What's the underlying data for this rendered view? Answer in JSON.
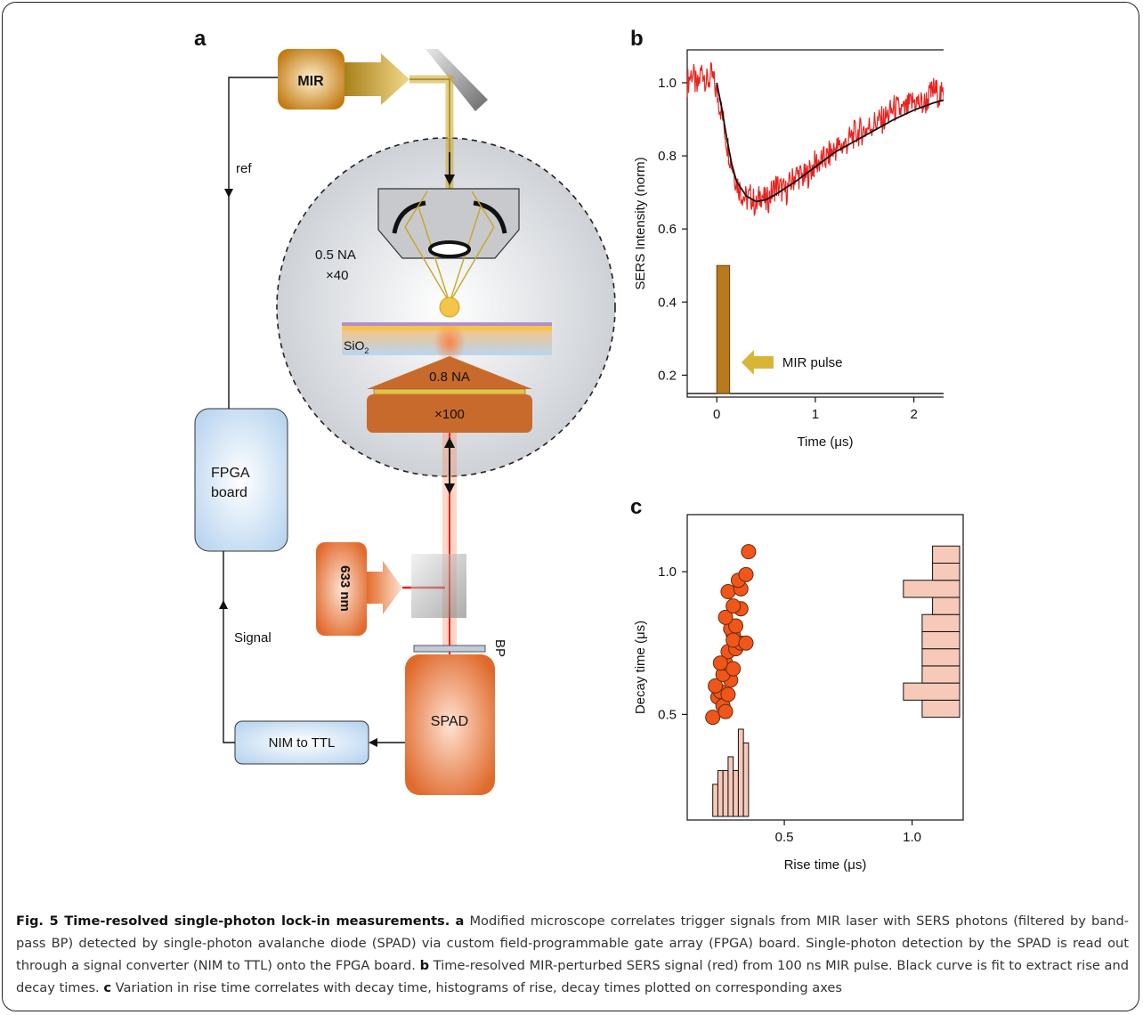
{
  "panel_labels": {
    "a": "a",
    "b": "b",
    "c": "c"
  },
  "diagram": {
    "mir_label": "MIR",
    "ref_label": "ref",
    "objective_top_na": "0.5 NA",
    "objective_top_mag": "×40",
    "substrate_label": "SiO",
    "substrate_sub": "2",
    "objective_bottom_na": "0.8 NA",
    "objective_bottom_mag": "×100",
    "fpga_line1": "FPGA",
    "fpga_line2": "board",
    "laser_label": "633 nm",
    "signal_label": "Signal",
    "bp_label": "BP",
    "spad_label": "SPAD",
    "converter_label": "NIM to TTL"
  },
  "chart_data": [
    {
      "id": "b",
      "type": "line",
      "xlabel": "Time (μs)",
      "ylabel": "SERS Intensity (norm)",
      "xlim": [
        -0.3,
        2.5
      ],
      "ylim": [
        0.14,
        1.09
      ],
      "xticks": [
        0,
        1,
        2
      ],
      "yticks": [
        0.2,
        0.4,
        0.6,
        0.8,
        1.0
      ],
      "ytick_labels": [
        "0.2",
        "0.4",
        "0.6",
        "0.8",
        "1.0"
      ],
      "annotation": "MIR pulse",
      "pulse": {
        "x_start": 0.0,
        "x_end": 0.13,
        "height": 0.5,
        "color": "#b87a1c"
      },
      "series": [
        {
          "role": "signal",
          "color": "#e8231f",
          "x": [
            -0.3,
            -0.25,
            -0.2,
            -0.15,
            -0.1,
            -0.05,
            0.0,
            0.05,
            0.1,
            0.15,
            0.2,
            0.25,
            0.3,
            0.35,
            0.4,
            0.45,
            0.5,
            0.6,
            0.7,
            0.8,
            0.9,
            1.0,
            1.1,
            1.2,
            1.3,
            1.4,
            1.5,
            1.6,
            1.7,
            1.8,
            1.9,
            2.0,
            2.1,
            2.2,
            2.3,
            2.4,
            2.5
          ],
          "y": [
            1.0,
            1.03,
            0.98,
            1.04,
            1.0,
            1.02,
            0.97,
            0.92,
            0.84,
            0.78,
            0.73,
            0.7,
            0.68,
            0.69,
            0.66,
            0.7,
            0.67,
            0.72,
            0.7,
            0.75,
            0.74,
            0.78,
            0.79,
            0.82,
            0.83,
            0.86,
            0.87,
            0.89,
            0.9,
            0.93,
            0.92,
            0.95,
            0.94,
            0.98,
            0.96,
            1.0,
            0.98
          ]
        },
        {
          "role": "fit",
          "color": "#111111",
          "x": [
            0.0,
            0.05,
            0.1,
            0.15,
            0.2,
            0.3,
            0.4,
            0.5,
            0.6,
            0.8,
            1.0,
            1.2,
            1.4,
            1.6,
            1.8,
            2.0,
            2.2,
            2.4,
            2.5
          ],
          "y": [
            1.0,
            0.93,
            0.85,
            0.78,
            0.73,
            0.69,
            0.675,
            0.68,
            0.695,
            0.73,
            0.77,
            0.81,
            0.84,
            0.87,
            0.9,
            0.925,
            0.945,
            0.96,
            0.97
          ]
        }
      ]
    },
    {
      "id": "c",
      "type": "scatter",
      "xlabel": "Rise time (μs)",
      "ylabel": "Decay time (μs)",
      "xlim": [
        0.12,
        1.2
      ],
      "ylim": [
        0.13,
        1.2
      ],
      "xticks": [
        0.5,
        1.0
      ],
      "xtick_labels": [
        "0.5",
        "1.0"
      ],
      "yticks": [
        0.5,
        1.0
      ],
      "ytick_labels": [
        "0.5",
        "1.0"
      ],
      "point_color": "#f0561a",
      "points": [
        [
          0.22,
          0.49
        ],
        [
          0.24,
          0.56
        ],
        [
          0.26,
          0.53
        ],
        [
          0.25,
          0.58
        ],
        [
          0.27,
          0.51
        ],
        [
          0.23,
          0.6
        ],
        [
          0.28,
          0.57
        ],
        [
          0.29,
          0.62
        ],
        [
          0.26,
          0.64
        ],
        [
          0.27,
          0.68
        ],
        [
          0.3,
          0.66
        ],
        [
          0.28,
          0.72
        ],
        [
          0.31,
          0.73
        ],
        [
          0.33,
          0.75
        ],
        [
          0.3,
          0.78
        ],
        [
          0.29,
          0.8
        ],
        [
          0.31,
          0.81
        ],
        [
          0.27,
          0.84
        ],
        [
          0.33,
          0.87
        ],
        [
          0.3,
          0.88
        ],
        [
          0.28,
          0.93
        ],
        [
          0.33,
          0.94
        ],
        [
          0.32,
          0.97
        ],
        [
          0.35,
          0.99
        ],
        [
          0.36,
          1.07
        ],
        [
          0.3,
          0.76
        ],
        [
          0.25,
          0.68
        ],
        [
          0.35,
          0.75
        ]
      ],
      "rise_histogram": {
        "bin_edges": [
          0.22,
          0.24,
          0.26,
          0.28,
          0.3,
          0.32,
          0.34,
          0.36
        ],
        "counts": [
          0.07,
          0.1,
          0.1,
          0.13,
          0.1,
          0.19,
          0.16
        ],
        "color": "#f7c9b8"
      },
      "decay_histogram": {
        "bin_edges": [
          0.49,
          0.55,
          0.61,
          0.67,
          0.73,
          0.79,
          0.85,
          0.91,
          0.97,
          1.03,
          1.09
        ],
        "counts": [
          0.18,
          0.27,
          0.18,
          0.18,
          0.18,
          0.18,
          0.13,
          0.27,
          0.13,
          0.13
        ],
        "color": "#f7c9b8"
      }
    }
  ],
  "caption": {
    "label": "Fig. 5 Time-resolved single-photon lock-in measurements.",
    "a_marker": "a",
    "a_text": " Modified microscope correlates trigger signals from MIR laser with SERS photons (filtered by band-pass BP) detected by single-photon avalanche diode (SPAD) via custom field-programmable gate array (FPGA) board. Single-photon detection by the SPAD is read out through a signal converter (NIM to TTL) onto the FPGA board. ",
    "b_marker": "b",
    "b_text": " Time-resolved MIR-perturbed SERS signal (red) from 100 ns MIR pulse. Black curve is fit to extract rise and decay times. ",
    "c_marker": "c",
    "c_text": " Variation in rise time correlates with decay time, histograms of rise, decay times plotted on corresponding axes"
  }
}
